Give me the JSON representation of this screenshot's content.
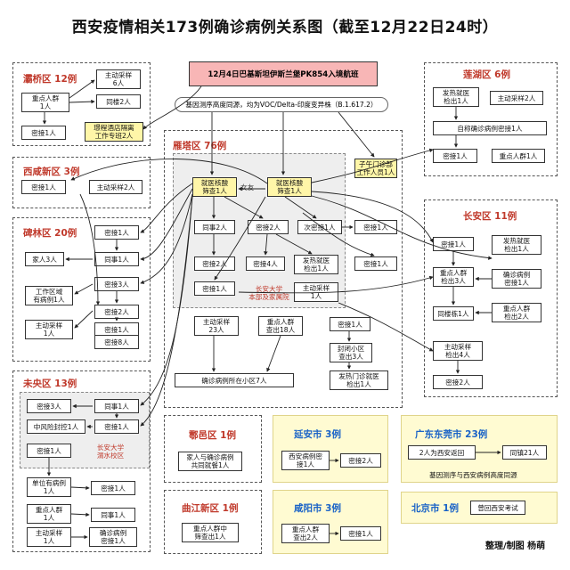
{
  "title": "西安疫情相关173例确诊病例关系图（截至12月22日24时）",
  "header": {
    "flight": "12月4日巴基斯坦伊斯兰堡PK854入境航班",
    "note": "基因测序高度同源，均为VOC/Delta-印度变异株（B.1.617.2）"
  },
  "regions": {
    "baqiao": "灞桥区 12例",
    "xixian": "西咸新区 3例",
    "beilin": "碑林区 20例",
    "weiyang": "未央区 13例",
    "yanta": "雁塔区 76例",
    "lianhu": "莲湖区 6例",
    "changan": "长安区 11例",
    "huyi": "鄠邑区 1例",
    "qujiang": "曲江新区 1例",
    "yanan": "延安市 3例",
    "xianyang": "咸阳市 3例",
    "dongguan": "广东东莞市 23例",
    "beijing": "北京市 1例"
  },
  "boxes": {
    "bq1": "主动采样\n6人",
    "bq2": "重点人群\n1人",
    "bq3": "同楼2人",
    "bq4": "密接1人",
    "bq5": "璟程酒店隔离\n工作专班2人",
    "xx1": "密接1人",
    "xx2": "主动采样2人",
    "bl1": "密接1人",
    "bl2": "家人3人",
    "bl3": "同事1人",
    "bl4": "工作区域\n有病例1人",
    "bl5": "密接3人",
    "bl6": "主动采样\n1人",
    "bl7": "密接2人",
    "bl8": "密接1人",
    "bl9": "密接8人",
    "wy1": "密接3人",
    "wy2": "同事1人",
    "wy3": "中风险封控1人",
    "wy4": "密接1人",
    "wy5": "密接1人",
    "wy6": "单位有病例\n1人",
    "wy7": "密接1人",
    "wy8": "重点人群\n1人",
    "wy9": "同事1人",
    "wy10": "主动采样\n1人",
    "wy11": "确诊病例\n密接1人",
    "yt_j1": "就医核酸\n筛查1人",
    "yt_j2": "就医核酸\n筛查1人",
    "yt1": "同事2人",
    "yt2": "密接2人",
    "yt3": "次密接1人",
    "yt4": "密接1人",
    "yt5": "密接2人",
    "yt6": "密接4人",
    "yt7": "发热就医\n检出1人",
    "yt8": "密接1人",
    "yt9": "主动采样\n1人",
    "yt10": "密接1人",
    "yt11": "主动采样\n23人",
    "yt12": "重点人群\n查出18人",
    "yt13": "确诊病例所在小区7人",
    "yt14": "密接1人",
    "yt15": "封闭小区\n查出3人",
    "yt16": "发热门诊就医\n检出1人",
    "zn": "子午门诊部\n工作人员1人",
    "lh1": "发热就医\n检出1人",
    "lh2": "主动采样2人",
    "lh3": "自称确诊病例密接1人",
    "lh4": "密接1人",
    "lh5": "重点人群1人",
    "ca1": "密接1人",
    "ca2": "发热就医\n检出1人",
    "ca3": "重点人群\n检出3人",
    "ca4": "确诊病例\n密接1人",
    "ca5": "同楼栋1人",
    "ca6": "重点人群\n检出2人",
    "ca7": "主动采样\n检出4人",
    "ca8": "密接2人",
    "hy1": "家人与确诊病例\n共同就餐1人",
    "qj1": "重点人群中\n筛查出1人",
    "ya1": "西安病例密\n接1人",
    "ya2": "密接2人",
    "xy1": "重点人群\n查出2人",
    "xy2": "密接1人",
    "dg1": "2人为西安返回",
    "dg2": "同镇21人",
    "bj1": "曾回西安考试"
  },
  "notes": {
    "nvyou": "女友",
    "cd_univ": "长安大学\n本部及家属院",
    "cd_shuishui": "长安大学\n渭水校区",
    "dg_note": "基因测序与西安病例高度同源"
  },
  "credit": "整理/制图 杨萌",
  "colors": {
    "region_title": "#c0392b",
    "case_highlight": "#fff6a8",
    "flight_banner": "#f8b6b6",
    "yellow_region": "#fffbd2"
  }
}
